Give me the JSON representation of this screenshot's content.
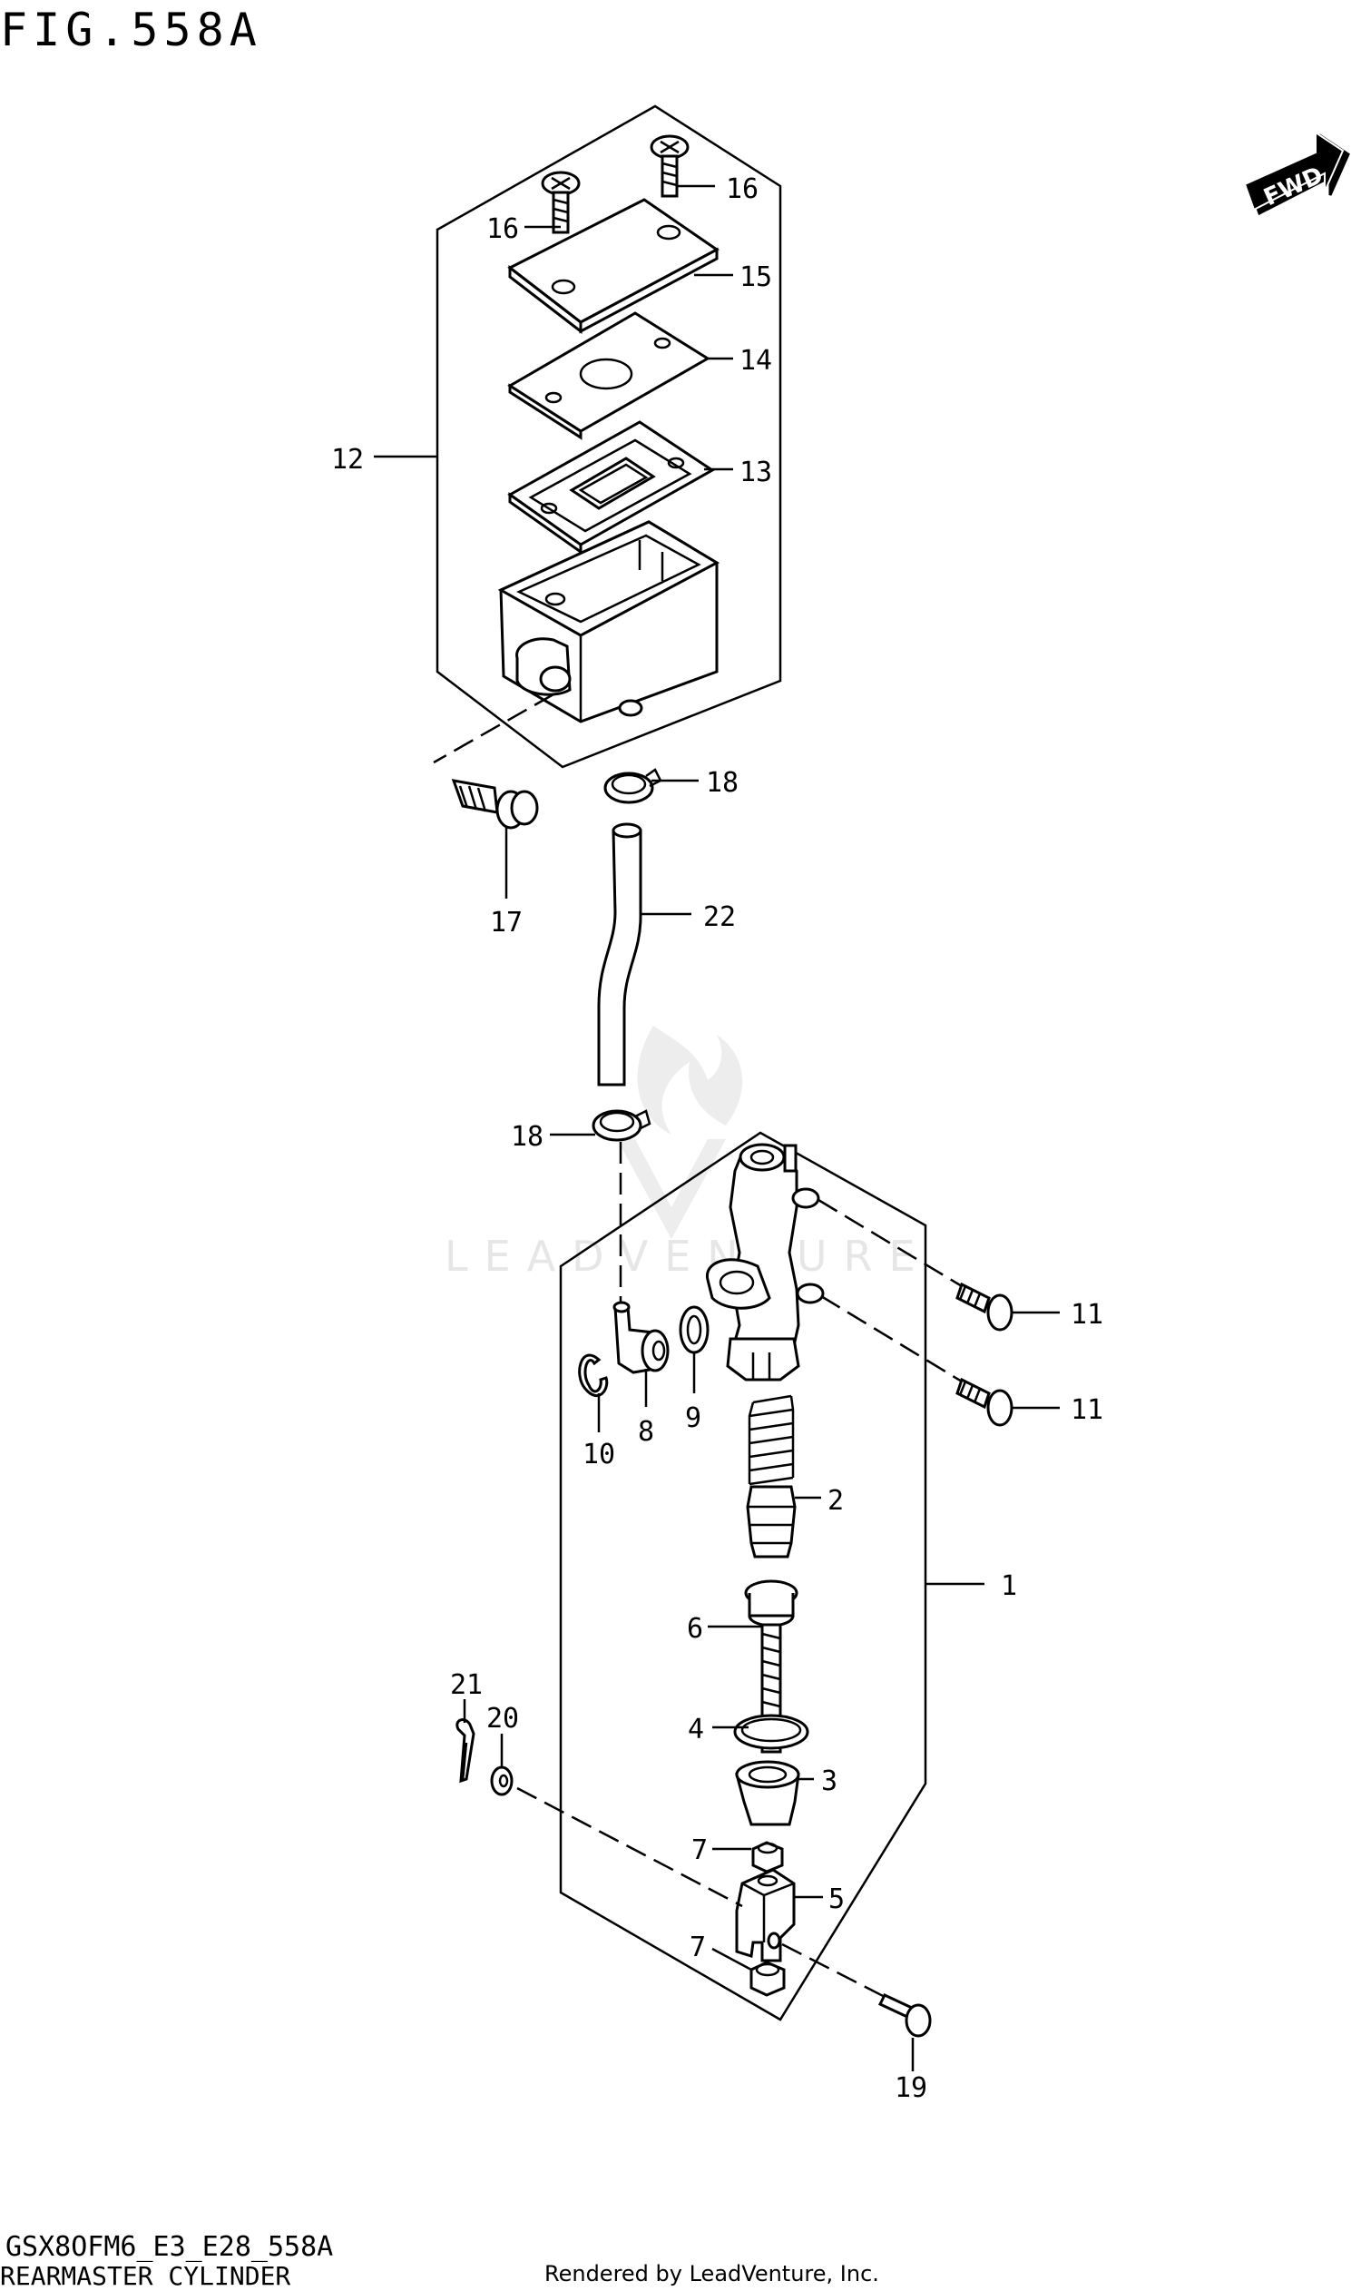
{
  "figure": {
    "title": "FIG.558A",
    "code": "GSX8OFM6_E3_E28_558A",
    "subtitle": "REARMASTER CYLINDER",
    "rendered_by": "Rendered by LeadVenture, Inc.",
    "watermark": "LEADVENTURE",
    "fwd_label": "FWD"
  },
  "callouts": [
    {
      "id": "c16a",
      "label": "16"
    },
    {
      "id": "c16b",
      "label": "16"
    },
    {
      "id": "c15",
      "label": "15"
    },
    {
      "id": "c14",
      "label": "14"
    },
    {
      "id": "c12",
      "label": "12"
    },
    {
      "id": "c13",
      "label": "13"
    },
    {
      "id": "c18a",
      "label": "18"
    },
    {
      "id": "c17",
      "label": "17"
    },
    {
      "id": "c22",
      "label": "22"
    },
    {
      "id": "c18b",
      "label": "18"
    },
    {
      "id": "c11a",
      "label": "11"
    },
    {
      "id": "c11b",
      "label": "11"
    },
    {
      "id": "c10",
      "label": "10"
    },
    {
      "id": "c8",
      "label": "8"
    },
    {
      "id": "c9",
      "label": "9"
    },
    {
      "id": "c2",
      "label": "2"
    },
    {
      "id": "c1",
      "label": "1"
    },
    {
      "id": "c6",
      "label": "6"
    },
    {
      "id": "c21",
      "label": "21"
    },
    {
      "id": "c20",
      "label": "20"
    },
    {
      "id": "c4",
      "label": "4"
    },
    {
      "id": "c3",
      "label": "3"
    },
    {
      "id": "c7a",
      "label": "7"
    },
    {
      "id": "c5",
      "label": "5"
    },
    {
      "id": "c7b",
      "label": "7"
    },
    {
      "id": "c19",
      "label": "19"
    }
  ]
}
